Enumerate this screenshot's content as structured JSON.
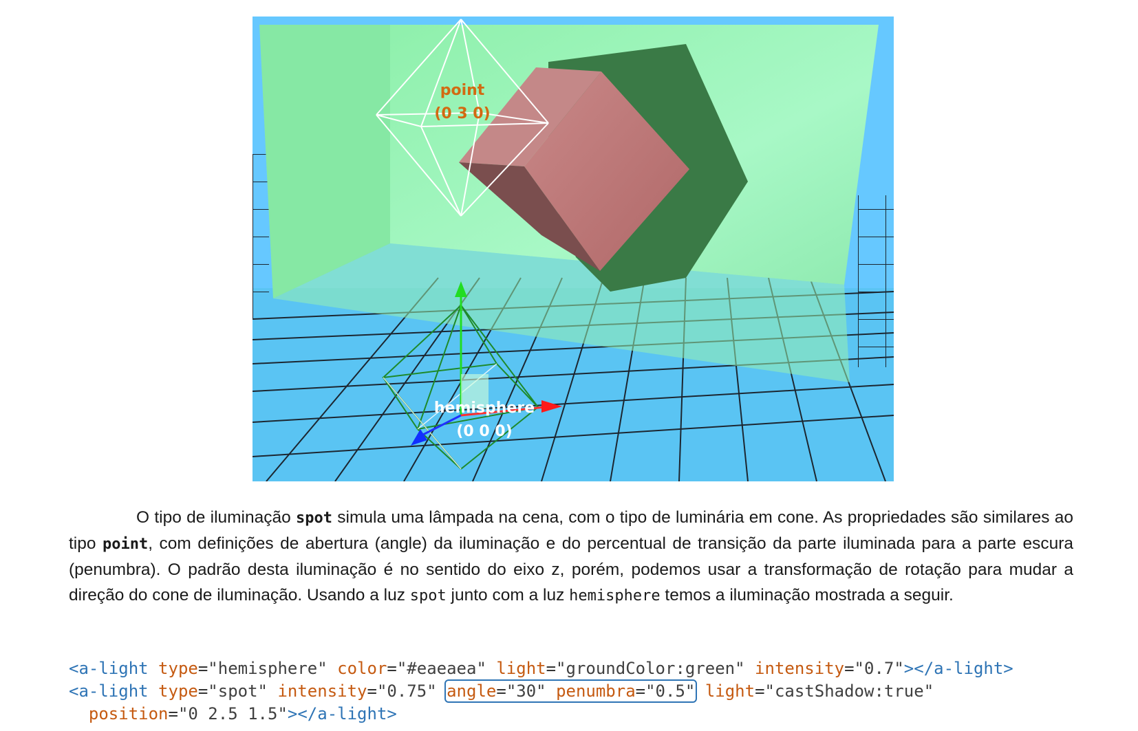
{
  "scene": {
    "point_label": "point",
    "point_position": "(0 3 0)",
    "hemi_label": "hemisphere",
    "hemi_position": "(0 0 0)",
    "colors": {
      "sky": "#66c8ff",
      "wall": "#98f5b4",
      "cube": "#b87676",
      "shadow": "#3a7a46",
      "grid_floor": "#5ac4f3"
    }
  },
  "paragraph": {
    "p1": "O tipo de iluminação ",
    "spot": "spot",
    "p2": " simula uma lâmpada na cena, com o tipo de luminária em cone. As propriedades são similares ao tipo ",
    "point": "point",
    "p3": ", com definições de abertura (angle) da iluminação e do percentual de transição da parte iluminada para a parte escura (penumbra). O padrão desta iluminação é no sentido do eixo z, porém, podemos usar a transformação de rotação para mudar a direção do cone de iluminação. Usando a luz ",
    "spot2": "spot",
    "p4": " junto com a luz ",
    "hemisphere": "hemisphere",
    "p5": " temos a iluminação mostrada a seguir."
  },
  "code": {
    "line1": {
      "open": "<a-light",
      "a1": "type",
      "v1": "\"hemisphere\"",
      "a2": "color",
      "v2": "\"#eaeaea\"",
      "a3": "light",
      "v3": "\"groundColor:green\"",
      "a4": "intensity",
      "v4": "\"0.7\"",
      "close": "></a-light>"
    },
    "line2": {
      "open": "<a-light",
      "a1": "type",
      "v1": "\"spot\"",
      "a2": "intensity",
      "v2": "\"0.75\"",
      "a3": "angle",
      "v3": "\"30\"",
      "a4": "penumbra",
      "v4": "\"0.5\"",
      "a5": "light",
      "v5": "\"castShadow:true\""
    },
    "line3": {
      "a1": "position",
      "v1": "\"0 2.5 1.5\"",
      "close": "></a-light>"
    }
  }
}
